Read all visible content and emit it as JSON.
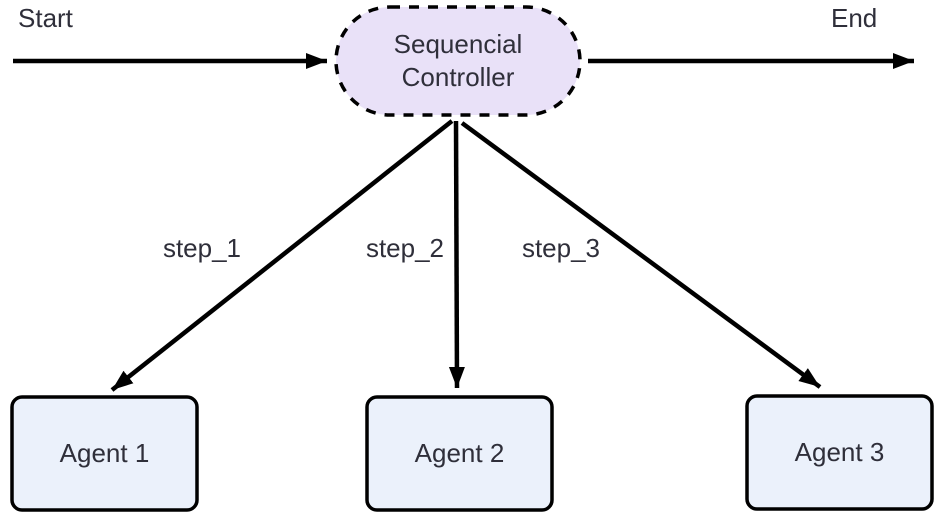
{
  "diagram": {
    "type": "flowchart",
    "background_color": "#ffffff",
    "edge_color": "#000000",
    "text_color": "#2f2f3a",
    "start_label": "Start",
    "end_label": "End",
    "controller": {
      "label_line1": "Sequencial",
      "label_line2": "Controller",
      "fill": "#e9e1f8",
      "border_color": "#000000",
      "border_style": "dashed",
      "shape": "stadium"
    },
    "edges": [
      {
        "label": "step_1",
        "from": "Sequencial Controller",
        "to": "Agent 1"
      },
      {
        "label": "step_2",
        "from": "Sequencial Controller",
        "to": "Agent 2"
      },
      {
        "label": "step_3",
        "from": "Sequencial Controller",
        "to": "Agent 3"
      }
    ],
    "agents": [
      {
        "label": "Agent 1"
      },
      {
        "label": "Agent 2"
      },
      {
        "label": "Agent 3"
      }
    ],
    "agent_fill": "#ebf1fb",
    "agent_border_color": "#000000"
  }
}
